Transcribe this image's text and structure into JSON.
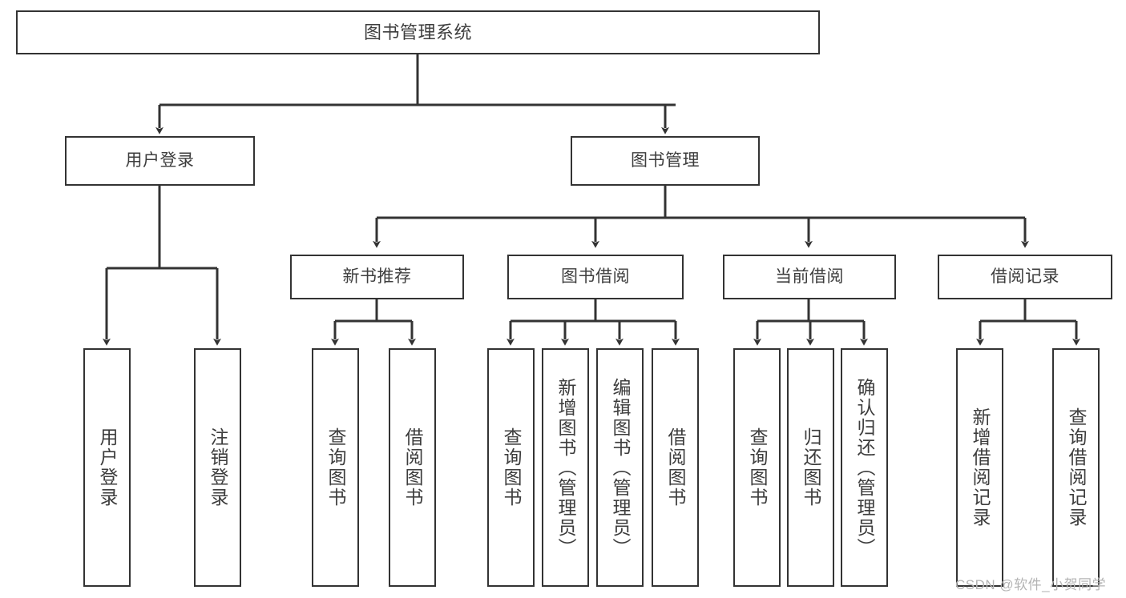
{
  "diagram": {
    "type": "tree",
    "title": "图书管理系统",
    "root": {
      "label": "图书管理系统"
    },
    "level2": [
      {
        "label": "用户登录"
      },
      {
        "label": "图书管理"
      }
    ],
    "level3": [
      {
        "label": "新书推荐"
      },
      {
        "label": "图书借阅"
      },
      {
        "label": "当前借阅"
      },
      {
        "label": "借阅记录"
      }
    ],
    "leaves": {
      "user_login": [
        {
          "label": "用户登录"
        },
        {
          "label": "注销登录"
        }
      ],
      "new_book": [
        {
          "label": "查询图书"
        },
        {
          "label": "借阅图书"
        }
      ],
      "book_borrow": [
        {
          "label": "查询图书"
        },
        {
          "label": "新增图书（管理员）"
        },
        {
          "label": "编辑图书（管理员）"
        },
        {
          "label": "借阅图书"
        }
      ],
      "current_borrow": [
        {
          "label": "查询图书"
        },
        {
          "label": "归还图书"
        },
        {
          "label": "确认归还（管理员）"
        }
      ],
      "borrow_record": [
        {
          "label": "新增借阅记录"
        },
        {
          "label": "查询借阅记录"
        }
      ]
    }
  },
  "colors": {
    "box_border": "#333333",
    "box_fill": "#ffffff",
    "text": "#3d3d3d",
    "edge": "#333333",
    "watermark": "#b4b4b4"
  },
  "watermark": {
    "text": "CSDN @软件_小贺同学"
  }
}
